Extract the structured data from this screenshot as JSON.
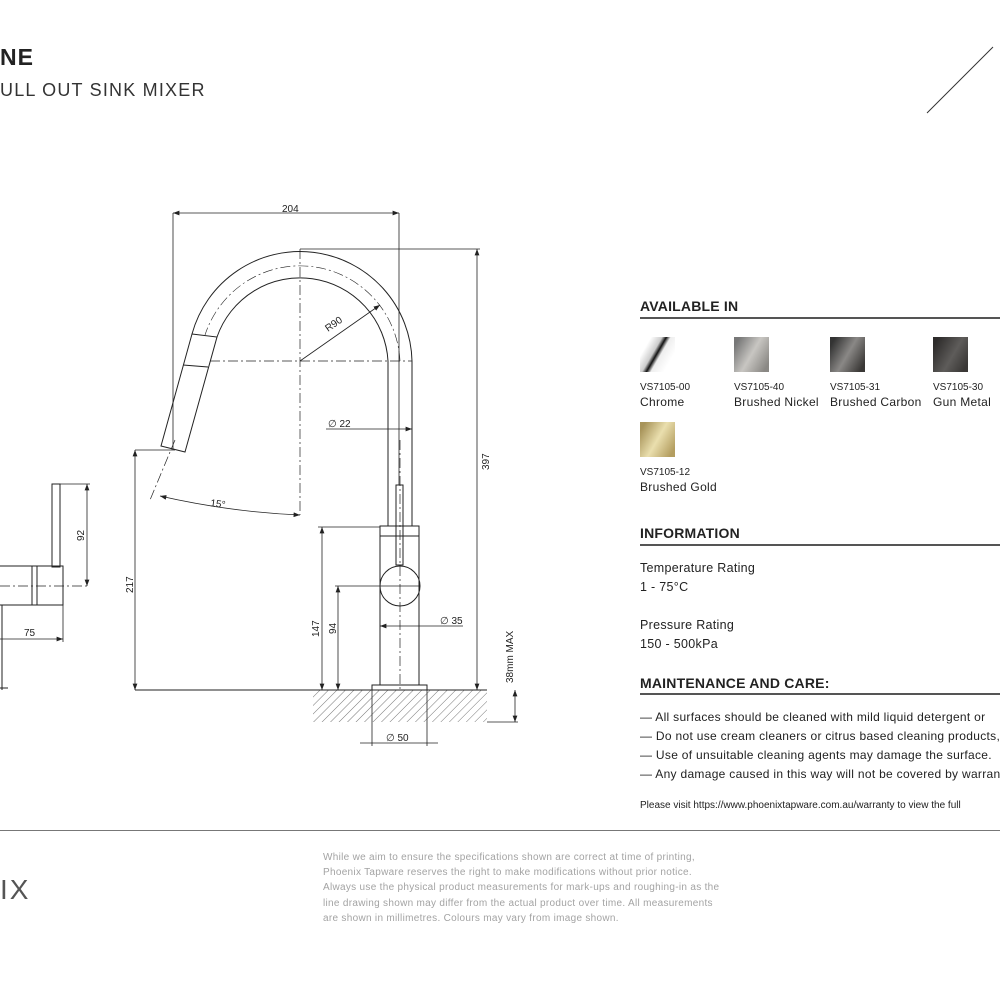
{
  "header": {
    "title": "NE",
    "subtitle": "ULL OUT SINK MIXER"
  },
  "drawing": {
    "dims": {
      "width": "204",
      "radius": "R90",
      "spout_dia": "∅ 22",
      "height": "397",
      "angle": "15°",
      "spout_height": "217",
      "body_height": "147",
      "handle_height": "94",
      "body_dia": "∅ 35",
      "base_dia": "∅ 50",
      "bench": "38mm MAX",
      "lever": "92",
      "depth": "75"
    }
  },
  "available": {
    "heading": "AVAILABLE IN",
    "finishes": [
      {
        "code": "VS7105-00",
        "name": "Chrome",
        "color": "#e8e8e8"
      },
      {
        "code": "VS7105-40",
        "name": "Brushed Nickel",
        "color": "#9a9894"
      },
      {
        "code": "VS7105-31",
        "name": "Brushed Carbon",
        "color": "#5a5856"
      },
      {
        "code": "VS7105-30",
        "name": "Gun Metal",
        "color": "#4a4846"
      },
      {
        "code": "VS7105-12",
        "name": "Brushed Gold",
        "color": "#c8b577"
      }
    ]
  },
  "information": {
    "heading": "INFORMATION",
    "temp_label": "Temperature Rating",
    "temp_value": "1 - 75°C",
    "pressure_label": "Pressure Rating",
    "pressure_value": "150 - 500kPa"
  },
  "maintenance": {
    "heading": "MAINTENANCE AND CARE:",
    "items": [
      "— All surfaces should be cleaned with mild liquid detergent or",
      "— Do not use cream cleaners or citrus based cleaning products,",
      "— Use of unsuitable cleaning agents may damage the surface.",
      "— Any damage caused in this way will not be covered by warran"
    ],
    "note": "Please visit https://www.phoenixtapware.com.au/warranty to view the full"
  },
  "footer": {
    "logo": "IX",
    "disclaimer": [
      "While we aim to ensure the specifications shown are correct at time of printing,",
      "Phoenix Tapware reserves the right to make modifications without prior notice.",
      "Always use the physical product measurements for mark-ups and roughing-in as the",
      "line drawing shown may differ from the actual product over time. All measurements",
      "are shown in millimetres. Colours may vary from image shown."
    ]
  }
}
